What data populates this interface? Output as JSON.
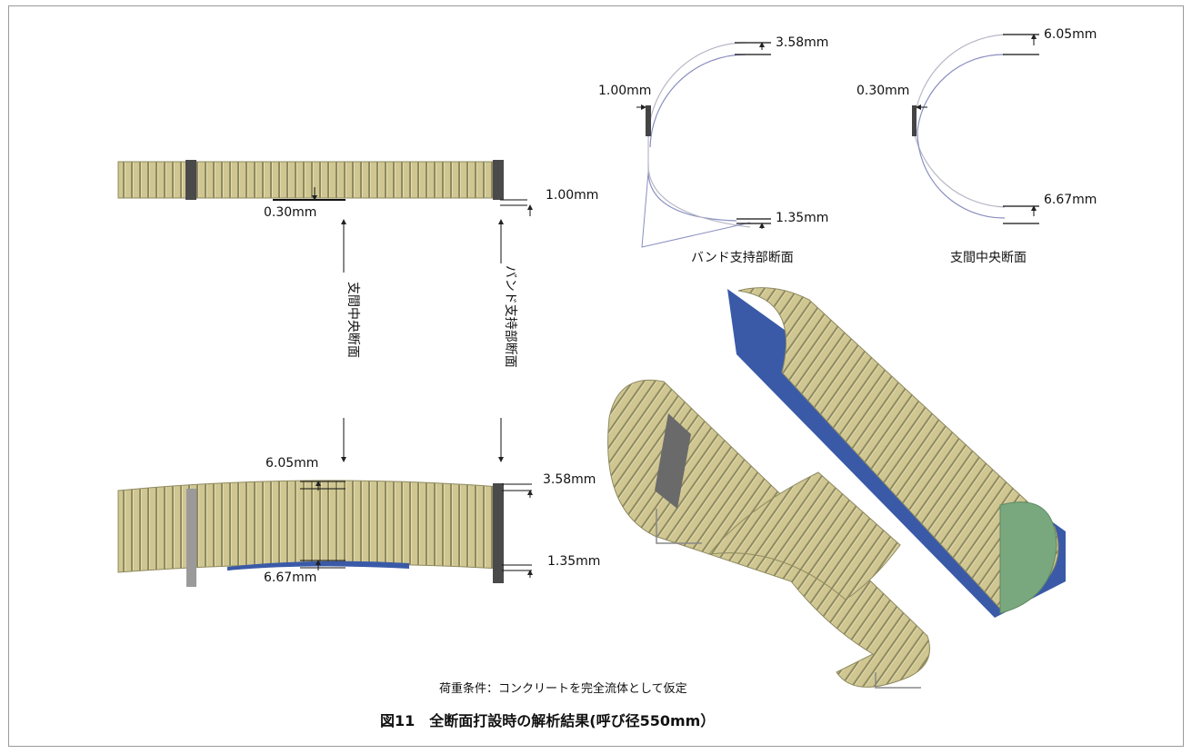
{
  "colors": {
    "pipe_fill": "#c9c08a",
    "pipe_stripe": "#9c9565",
    "pipe_blue": "#3a5aa8",
    "pipe_green": "#79a87f",
    "band": "#555555",
    "frame": "#9a9a9a"
  },
  "side_view_top": {
    "label_gap": "0.30mm",
    "label_band": "1.00mm"
  },
  "side_view_bottom": {
    "label_top_mid": "6.05mm",
    "label_top_band": "3.58mm",
    "label_bottom_mid": "6.67mm",
    "label_bottom_band": "1.35mm"
  },
  "section_labels": {
    "mid_span": "支間中央断面",
    "band_support": "バンド支持部断面"
  },
  "cross_section_band": {
    "title": "バンド支持部断面",
    "top": "3.58mm",
    "left": "1.00mm",
    "bottom": "1.35mm"
  },
  "cross_section_mid": {
    "title": "支間中央断面",
    "top": "6.05mm",
    "left": "0.30mm",
    "bottom": "6.67mm"
  },
  "load_condition": "荷重条件：コンクリートを完全流体として仮定",
  "caption": "図11　全断面打設時の解析結果(呼び径550mm）"
}
